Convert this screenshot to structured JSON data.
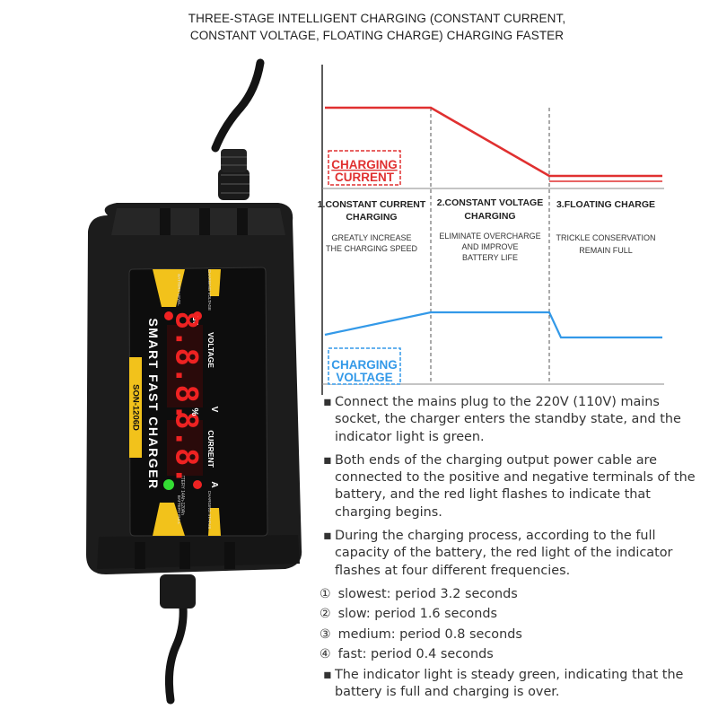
{
  "title": {
    "line1": "THREE-STAGE INTELLIGENT CHARGING (CONSTANT CURRENT,",
    "line2": "CONSTANT VOLTAGE, FLOATING CHARGE) CHARGING FASTER"
  },
  "colors": {
    "current_line": "#e03030",
    "voltage_line": "#3399e8",
    "charger_body": "#1c1c1c",
    "charger_panel": "#0d0d0d",
    "accent_yellow": "#f2c21b",
    "led_red": "#ee2222",
    "led_green": "#33dd33"
  },
  "diagram": {
    "current_label_line1": "CHARGING",
    "current_label_line2": "CURRENT",
    "voltage_label_line1": "CHARGING",
    "voltage_label_line2": "VOLTAGE",
    "stages": [
      {
        "title_line1": "1.CONSTANT CURRENT",
        "title_line2": "CHARGING",
        "desc_line1": "GREATLY INCREASE",
        "desc_line2": "THE CHARGING SPEED",
        "desc_line3": ""
      },
      {
        "title_line1": "2.CONSTANT VOLTAGE",
        "title_line2": "CHARGING",
        "desc_line1": "ELIMINATE OVERCHARGE",
        "desc_line2": "AND IMPROVE",
        "desc_line3": "BATTERY LIFE"
      },
      {
        "title_line1": "3.FLOATING CHARGE",
        "title_line2": "",
        "desc_line1": "TRICKLE CONSERVATION",
        "desc_line2": "REMAIN FULL",
        "desc_line3": ""
      }
    ]
  },
  "charger": {
    "brand": "SMART FAST CHARGER",
    "model": "SON-1206D",
    "subtitle": "ADAPTIVE BATTERY 14Ah-120Ah",
    "voltage_label": "VOLTAGE",
    "current_label": "CURRENT",
    "voltage_digits": "8.8.8.",
    "current_digits": "8.8.",
    "unit_v": "V",
    "unit_a": "A",
    "unit_pct": "%",
    "ind_charging_voltage": "CHARGING VOLTAGE",
    "ind_battery_level": "BATTERY LEVEL",
    "ind_charging_status": "CHARGING STATUS",
    "ind_battery_full": "BATTERY FULL"
  },
  "instructions": {
    "bullet_mark": "▪",
    "p1": "Connect the mains plug to the 220V (110V) mains socket, the charger enters the standby state, and the indicator light is green.",
    "p2": "Both ends of the charging output power cable are connected to the positive and negative terminals of the battery, and the red light flashes to indicate that charging begins.",
    "p3": "During the charging process, according to the full capacity of the battery, the red light of the indicator flashes at four different frequencies.",
    "periods": [
      {
        "mark": "①",
        "text": "slowest: period 3.2 seconds"
      },
      {
        "mark": "②",
        "text": "slow: period 1.6 seconds"
      },
      {
        "mark": "③",
        "text": "medium: period 0.8 seconds"
      },
      {
        "mark": "④",
        "text": "fast: period 0.4 seconds"
      }
    ],
    "p4": "The indicator light is steady green, indicating that the battery is full and charging is over."
  }
}
